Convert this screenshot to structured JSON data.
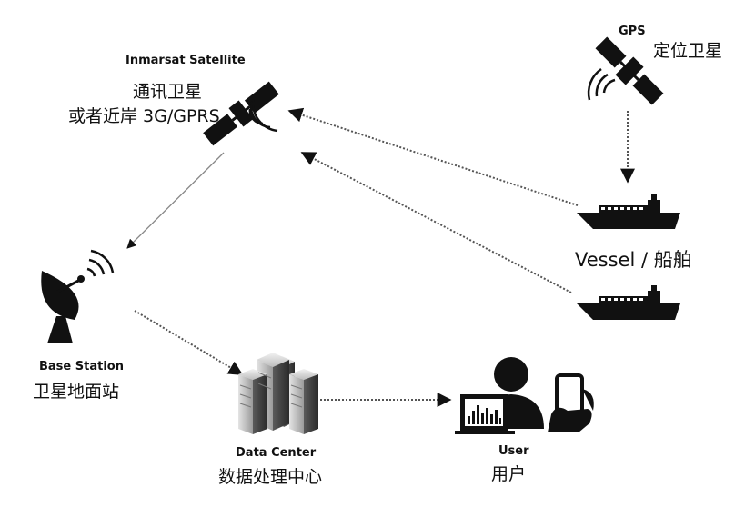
{
  "satellite": {
    "name": "Inmarsat Satellite",
    "line1": "通讯卫星",
    "line2": "或者近岸 3G/GPRS"
  },
  "gps": {
    "name": "GPS",
    "subtitle": "定位卫星"
  },
  "vessel": {
    "label": "Vessel / 船舶"
  },
  "base_station": {
    "name": "Base Station",
    "subtitle": "卫星地面站"
  },
  "data_center": {
    "name": "Data Center",
    "subtitle": "数据处理中心"
  },
  "user": {
    "name": "User",
    "subtitle": "用户"
  },
  "colors": {
    "ink": "#111111",
    "line": "#555555",
    "server_light": "#c9c9c9",
    "server_dark": "#4a4a4a"
  },
  "icons": [
    "satellite-icon",
    "gps-satellite-icon",
    "ship-icon",
    "satellite-dish-icon",
    "server-icon",
    "user-icon",
    "phone-icon",
    "monitor-icon"
  ]
}
